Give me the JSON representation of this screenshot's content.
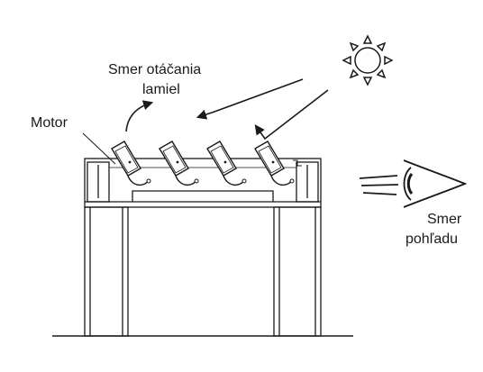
{
  "labels": {
    "rotation_line1": "Smer otáčania",
    "rotation_line2": "lamiel",
    "motor": "Motor",
    "view_line1": "Smer",
    "view_line2": "pohľadu"
  },
  "icons": [
    "sun-icon",
    "eye-icon"
  ],
  "colors": {
    "stroke": "#1a1a1a",
    "background": "#ffffff"
  },
  "lamellas": 4
}
